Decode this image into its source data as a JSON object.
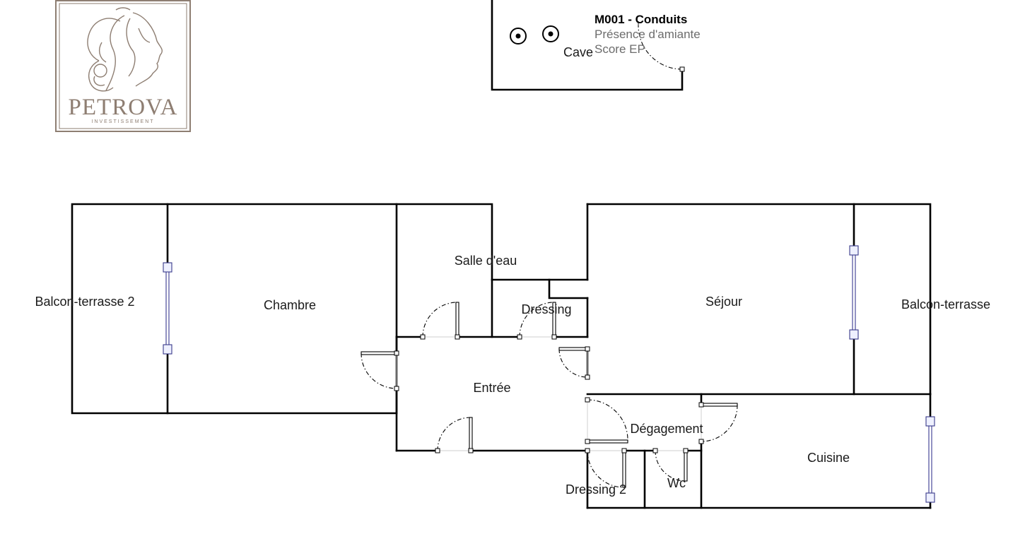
{
  "logo": {
    "brand": "PETROVA",
    "tagline": "INVESTISSEMENT",
    "color": "#8e7e72"
  },
  "annotation": {
    "title": "M001 - Conduits",
    "line1": "Présence d'amiante",
    "line2": "Score EP"
  },
  "rooms": {
    "cave": "Cave",
    "balcon_terrasse_2": "Balcon-terrasse 2",
    "chambre": "Chambre",
    "salle_deau": "Salle d'eau",
    "dressing": "Dressing",
    "sejour": "Séjour",
    "balcon_terrasse": "Balcon-terrasse",
    "entree": "Entrée",
    "degagement": "Dégagement",
    "cuisine": "Cuisine",
    "dressing_2": "Dressing 2",
    "wc": "Wc"
  },
  "colors": {
    "walls": "#000000",
    "windows": "#4a4a9a",
    "annotation_secondary": "#6c6c6c"
  }
}
